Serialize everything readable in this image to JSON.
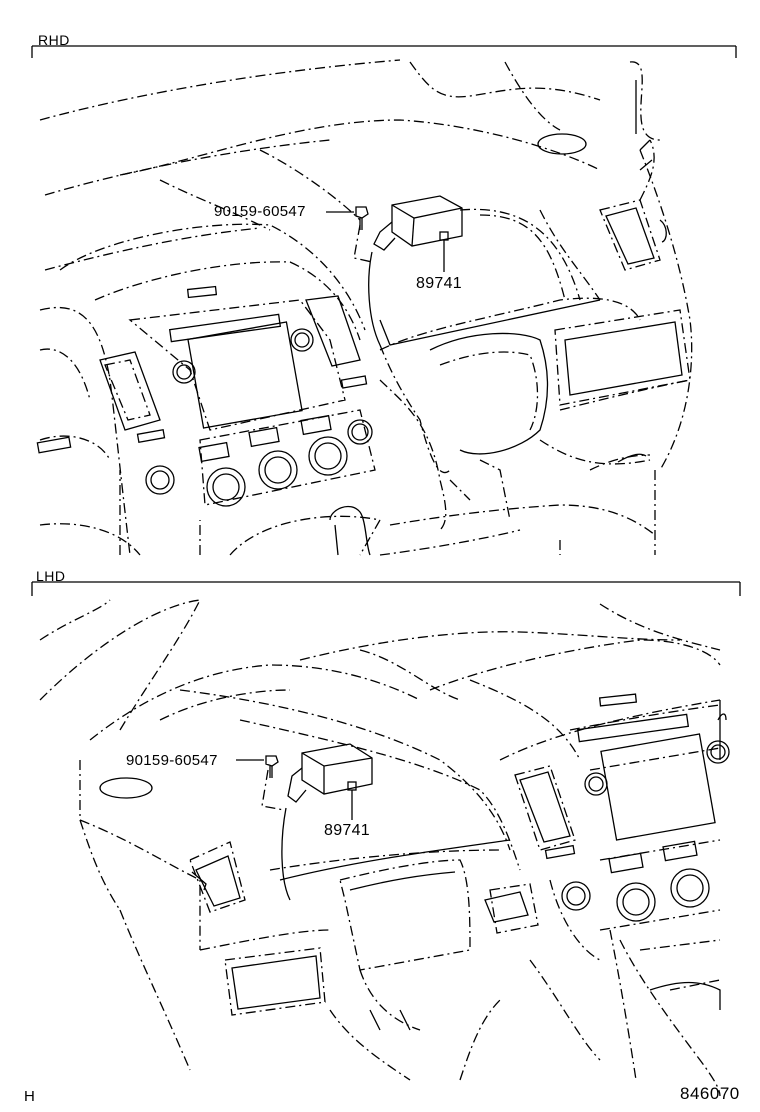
{
  "sections": {
    "rhd": {
      "label": "RHD",
      "screw_part": "90159-60547",
      "module_part": "89741"
    },
    "lhd": {
      "label": "LHD",
      "screw_part": "90159-60547",
      "module_part": "89741"
    }
  },
  "footer": {
    "corner_mark": "H",
    "figure_number": "846070"
  }
}
